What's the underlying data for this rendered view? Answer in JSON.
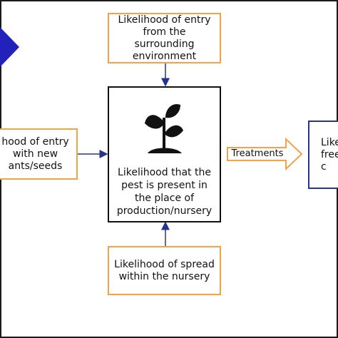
{
  "nodes": {
    "surrounding": "Likelihood of entry\nfrom the\nsurrounding\nenvironment",
    "seeds": "hood of entry\nwith new\nants/seeds",
    "center": "Likelihood that the\npest is present in\nthe place of\nproduction/nursery",
    "spread": "Likelihood of spread\nwithin the nursery",
    "right": "Like\nfree\nc"
  },
  "edges": {
    "treatments": "Treatments"
  },
  "icons": {
    "center_icon": "plant-seedling-icon",
    "left_decor": "blue-arrowhead-icon"
  },
  "colors": {
    "orange_border": "#f0a44a",
    "blue_border": "#233591",
    "black_border": "#111111",
    "arrow_blue": "#233591",
    "decor_blue": "#2222bb"
  }
}
